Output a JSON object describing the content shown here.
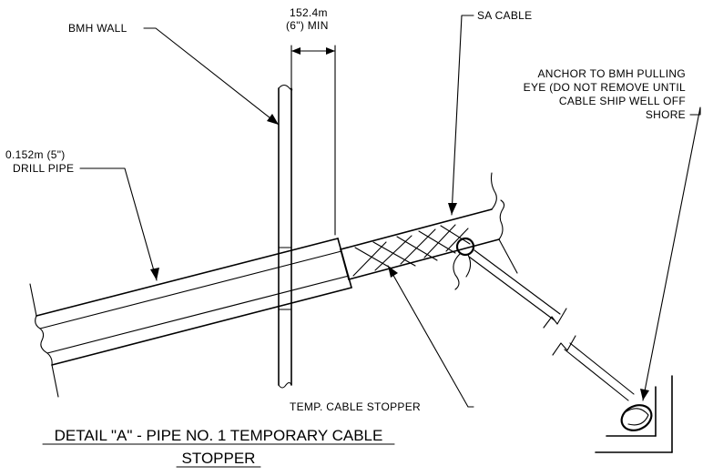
{
  "labels": {
    "bmh_wall": "BMH WALL",
    "dim_line1": "152.4m",
    "dim_line2": "(6\") MIN",
    "sa_cable": "SA CABLE",
    "anchor_line1": "ANCHOR TO BMH PULLING",
    "anchor_line2": "EYE (DO NOT REMOVE UNTIL",
    "anchor_line3": "CABLE SHIP WELL OFF",
    "anchor_line4": "SHORE",
    "drill_pipe_line1": "0.152m (5\")",
    "drill_pipe_line2": "DRILL PIPE",
    "temp_stopper": "TEMP. CABLE STOPPER"
  },
  "title": {
    "line1": "DETAIL \"A\" - PIPE NO. 1 TEMPORARY CABLE",
    "line2": "STOPPER"
  }
}
